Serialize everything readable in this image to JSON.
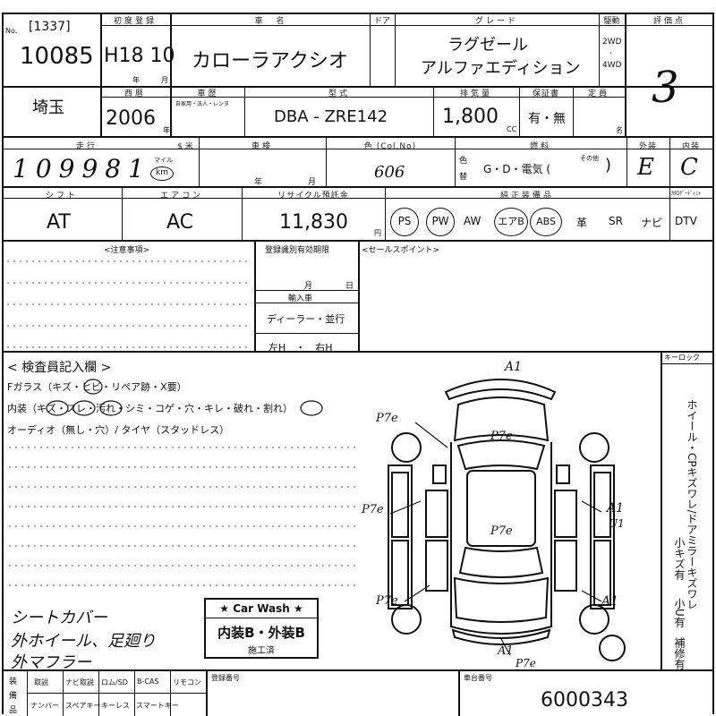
{
  "header": {
    "lot_bracket": "[1337]",
    "lot_number": "10085",
    "first_reg_label": "初度登録",
    "first_reg_value": "H18 10",
    "year_unit": "年",
    "month_unit": "月",
    "car_name_label": "車　名",
    "car_name": "カローラアクシオ",
    "door_label": "ドア",
    "grade_label": "グレード",
    "grade_line1": "ラグゼール",
    "grade_line2": "アルファエディション",
    "drive_label": "駆動",
    "drive_2wd": "2WD",
    "drive_4wd": "4WD",
    "score_label": "評価点",
    "score": "3"
  },
  "row2": {
    "region": "埼玉",
    "model_year_label": "西暦",
    "model_year": "2006",
    "nen": "年",
    "history_label": "車歴",
    "history_sub": "自家用・法人・レンタ",
    "type_label": "型式",
    "type_value": "DBA - ZRE142",
    "displacement_label": "排気量",
    "displacement": "1,800",
    "cc": "CC",
    "warranty_label": "保証書",
    "warranty_value": "有・無",
    "capacity_label": "定員",
    "capacity_unit": "名"
  },
  "row3": {
    "mileage_label": "走行",
    "mileage": "109981",
    "mile_unit": "マイル",
    "km_unit": "km",
    "meter_label": "$ 米",
    "inspection_label": "車検",
    "year_label": "年",
    "month_label": "月",
    "color_label": "色 (Col.No)",
    "color_code": "606",
    "color_change_1": "色",
    "color_change_2": "替",
    "fuel_label": "燃料",
    "fuel_value": "G・D・電気 (",
    "fuel_other": "その他",
    "fuel_close": ")",
    "exterior_label": "外装",
    "exterior_grade": "E",
    "interior_label": "内装",
    "interior_grade": "C"
  },
  "row4": {
    "shift_label": "シフト",
    "shift": "AT",
    "ac_label": "エアコン",
    "ac": "AC",
    "recycle_label": "リサイクル預託金",
    "recycle": "11,830",
    "yen": "円",
    "equipment_label": "純正装備品",
    "catalyst_label": "ｶﾀﾛｸﾞｰﾃﾞｨﾆｬ",
    "equipment": [
      "PS",
      "PW",
      "AW",
      "エアB",
      "ABS",
      "革",
      "SR",
      "ナビ",
      "DTV"
    ]
  },
  "notes": {
    "caution_label": "<注意事項>",
    "reg_expiry_label": "登録識別有効期限",
    "month": "月",
    "day": "日",
    "import_label": "輸入車",
    "dealer": "ディーラー・並行",
    "handle": "左H　・　右H",
    "sales_point_label": "<セールスポイント>"
  },
  "inspector": {
    "title": "< 検査員記入欄 >",
    "line1": "Fガラス（キズ・ヒビ・リペア跡・X要）",
    "line2": "内装（キズ・スレ・汚れ・シミ・コゲ・穴・キレ・破れ・割れ）",
    "line3": "オーディオ（無し・穴）/ タイヤ（スタッドレス）",
    "hand1": "シートカバー",
    "hand2": "外ホイール、足廻り",
    "hand3": "外マフラー",
    "car_wash_title": "★ Car Wash ★",
    "car_wash_body": "内装B・外装B",
    "car_wash_done": "施工済"
  },
  "diagram_marks": {
    "a1_top": "A1",
    "p7e_left_top": "P7e",
    "p7e_roof": "P7e",
    "p7e_left_mid": "P7e",
    "a1_right": "A1",
    "u1_right": "U1",
    "p7e_center": "P7e",
    "p7e_left_bottom": "P7e",
    "a1_right_bottom": "A1",
    "a1_bottom": "A1",
    "p7e_bottom": "P7e"
  },
  "right_panel": {
    "key_label": "キーロック",
    "vertical_text": "ホイール・CPキズワレ/ドアミラーキズワレ",
    "note1": "小キズ有",
    "note2": "小U有",
    "note3": "補修有"
  },
  "footer": {
    "equip_label_1": "装",
    "equip_label_2": "備",
    "equip_label_3": "品",
    "items_row1": [
      "取説",
      "ナビ取説",
      "ロム/SD",
      "B-CAS",
      "リモコン"
    ],
    "items_row2": [
      "ナンバー",
      "スペアキー",
      "キーレス",
      "スマートキー"
    ],
    "reg_number_label": "登録番号",
    "chassis_label": "車台番号",
    "chassis_number": "6000343"
  }
}
